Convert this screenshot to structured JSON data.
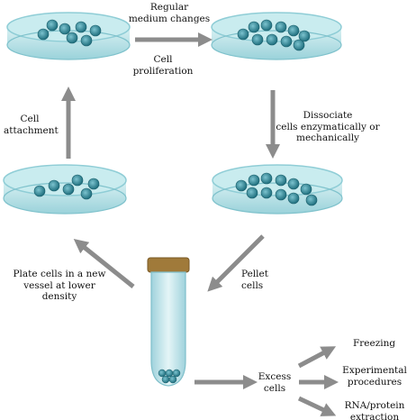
{
  "labels": {
    "medium_changes": "Regular\nmedium changes",
    "proliferation": "Cell\nproliferation",
    "dissociate": "Dissociate\ncells enzymatically or\nmechanically",
    "attachment": "Cell\nattachment",
    "pellet": "Pellet\ncells",
    "plate": "Plate cells in a new\nvessel at lower\ndensity",
    "excess": "Excess\ncells",
    "freezing": "Freezing",
    "experimental": "Experimental\nprocedures",
    "rna": "RNA/protein\nextraction"
  },
  "colors": {
    "arrow": "#8c8c8c",
    "dish": "#b3dfe4",
    "cell": "#2f8f9e",
    "cap": "#a07a3a"
  }
}
